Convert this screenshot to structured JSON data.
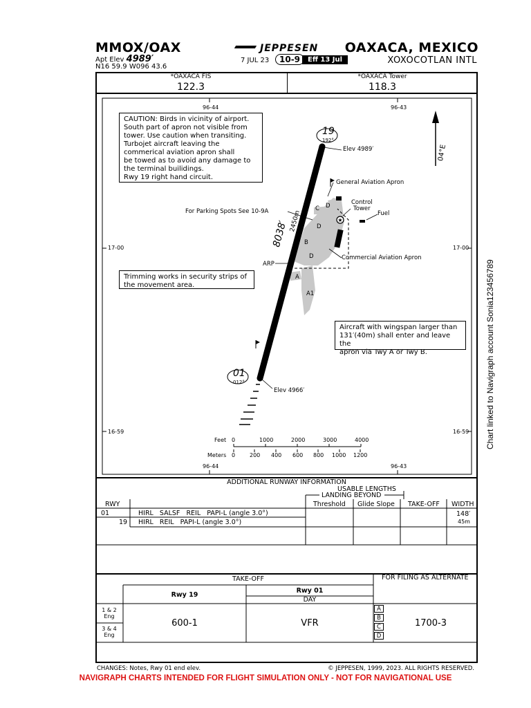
{
  "header": {
    "ident": "MMOX/OAX",
    "apt_elev_label": "Apt Elev",
    "apt_elev_value": "4989′",
    "coords": "N16 59.9 W096 43.6",
    "brand": "JEPPESEN",
    "date": "7 JUL 23",
    "page": "10-9",
    "eff": "Eff 13 Jul",
    "city": "OAXACA, MEXICO",
    "airport": "XOXOCOTLAN INTL"
  },
  "freqs": [
    {
      "name": "*OAXACA FIS",
      "value": "122.3"
    },
    {
      "name": "*OAXACA Tower",
      "value": "118.3"
    }
  ],
  "chart": {
    "lon_left": "96-44",
    "lon_right": "96-43",
    "lat_17": "17-00",
    "lat_1659": "16-59",
    "caution_lines": [
      "CAUTION: Birds in vicinity of airport.",
      "South part of apron not visible from",
      "tower. Use caution when transiting.",
      "Turbojet aircraft leaving the",
      "commerical aviation apron shall",
      "be towed as to avoid any damage to",
      "the terminal builidings.",
      "Rwy 19 right hand circuit."
    ],
    "trimming_lines": [
      "Trimming works in security strips of",
      "the movement area."
    ],
    "wingspan_lines": [
      "Aircraft with wingspan larger than",
      "131′(40m) shall enter and leave the",
      "apron via Twy A or Twy B."
    ],
    "rwy19": "19",
    "rwy19_hdg": "192°",
    "rwy19_elev": "Elev 4989′",
    "rwy01": "01",
    "rwy01_hdg": "012°",
    "rwy01_elev": "Elev 4966′",
    "rwy_len_ft": "8038′",
    "rwy_len_m": "2450m",
    "ga_apron": "General Aviation Apron",
    "control_tower_1": "Control",
    "control_tower_2": "Tower",
    "fuel": "Fuel",
    "parking": "For Parking Spots See 10-9A",
    "comm_apron": "Commercial Aviation Apron",
    "arp": "ARP",
    "twy_c": "C",
    "twy_d1": "D",
    "twy_d2": "D",
    "twy_d3": "D",
    "twy_b": "B",
    "twy_a": "A",
    "twy_a1": "A1",
    "variation": "04°E",
    "scale_feet_label": "Feet",
    "scale_feet": [
      "0",
      "1000",
      "2000",
      "3000",
      "4000"
    ],
    "scale_m_label": "Meters",
    "scale_m": [
      "0",
      "200",
      "400",
      "600",
      "800",
      "1000",
      "1200"
    ],
    "side_text": "Chart linked to Navigraph account Sonia123456789"
  },
  "runway_info": {
    "title": "ADDITIONAL RUNWAY INFORMATION",
    "usable": "USABLE LENGTHS",
    "landing_beyond": "LANDING BEYOND",
    "col_rwy": "RWY",
    "col_threshold": "Threshold",
    "col_glide": "Glide Slope",
    "col_takeoff": "TAKE-OFF",
    "col_width": "WIDTH",
    "row1_rwy": "01",
    "row1_desc": "HIRL   SALSF   REIL   PAPI-L (angle 3.0°)",
    "row2_rwy": "19",
    "row2_desc": "HIRL   REIL   PAPI-L (angle 3.0°)",
    "width_ft": "148′",
    "width_m": "45m"
  },
  "minimums": {
    "takeoff": "TAKE-OFF",
    "filing": "FOR FILING AS ALTERNATE",
    "rwy19": "Rwy 19",
    "rwy01": "Rwy 01",
    "day": "DAY",
    "eng12_a": "1 & 2",
    "eng12_b": "Eng",
    "eng34_a": "3 & 4",
    "eng34_b": "Eng",
    "val19": "600-1",
    "val01": "VFR",
    "alt": "1700-3",
    "abcd": [
      "A",
      "B",
      "C",
      "D"
    ]
  },
  "footer": {
    "changes": "CHANGES:  Notes, Rwy 01 end elev.",
    "copyright": "© JEPPESEN, 1999, 2023. ALL RIGHTS RESERVED.",
    "warning": "NAVIGRAPH CHARTS INTENDED FOR FLIGHT SIMULATION ONLY - NOT FOR NAVIGATIONAL USE"
  }
}
